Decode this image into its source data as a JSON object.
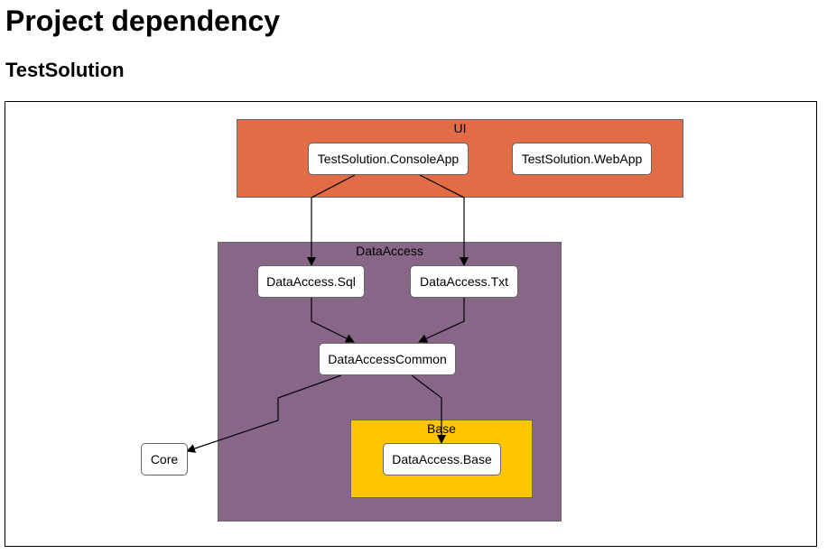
{
  "page": {
    "title": "Project dependency",
    "solution_name": "TestSolution"
  },
  "diagram": {
    "groups": [
      {
        "id": "ui",
        "label": "UI",
        "color": "#E26C46"
      },
      {
        "id": "dataaccess",
        "label": "DataAccess",
        "color": "#886688"
      },
      {
        "id": "base",
        "label": "Base",
        "color": "#FFC600"
      }
    ],
    "nodes": [
      {
        "id": "consoleapp",
        "label": "TestSolution.ConsoleApp",
        "group": "ui"
      },
      {
        "id": "webapp",
        "label": "TestSolution.WebApp",
        "group": "ui"
      },
      {
        "id": "sql",
        "label": "DataAccess.Sql",
        "group": "dataaccess"
      },
      {
        "id": "txt",
        "label": "DataAccess.Txt",
        "group": "dataaccess"
      },
      {
        "id": "common",
        "label": "DataAccessCommon",
        "group": "dataaccess"
      },
      {
        "id": "dabase",
        "label": "DataAccess.Base",
        "group": "base"
      },
      {
        "id": "core",
        "label": "Core",
        "group": ""
      }
    ],
    "edges": [
      {
        "from": "consoleapp",
        "to": "sql"
      },
      {
        "from": "consoleapp",
        "to": "txt"
      },
      {
        "from": "sql",
        "to": "common"
      },
      {
        "from": "txt",
        "to": "common"
      },
      {
        "from": "common",
        "to": "dabase"
      },
      {
        "from": "common",
        "to": "core"
      }
    ]
  }
}
